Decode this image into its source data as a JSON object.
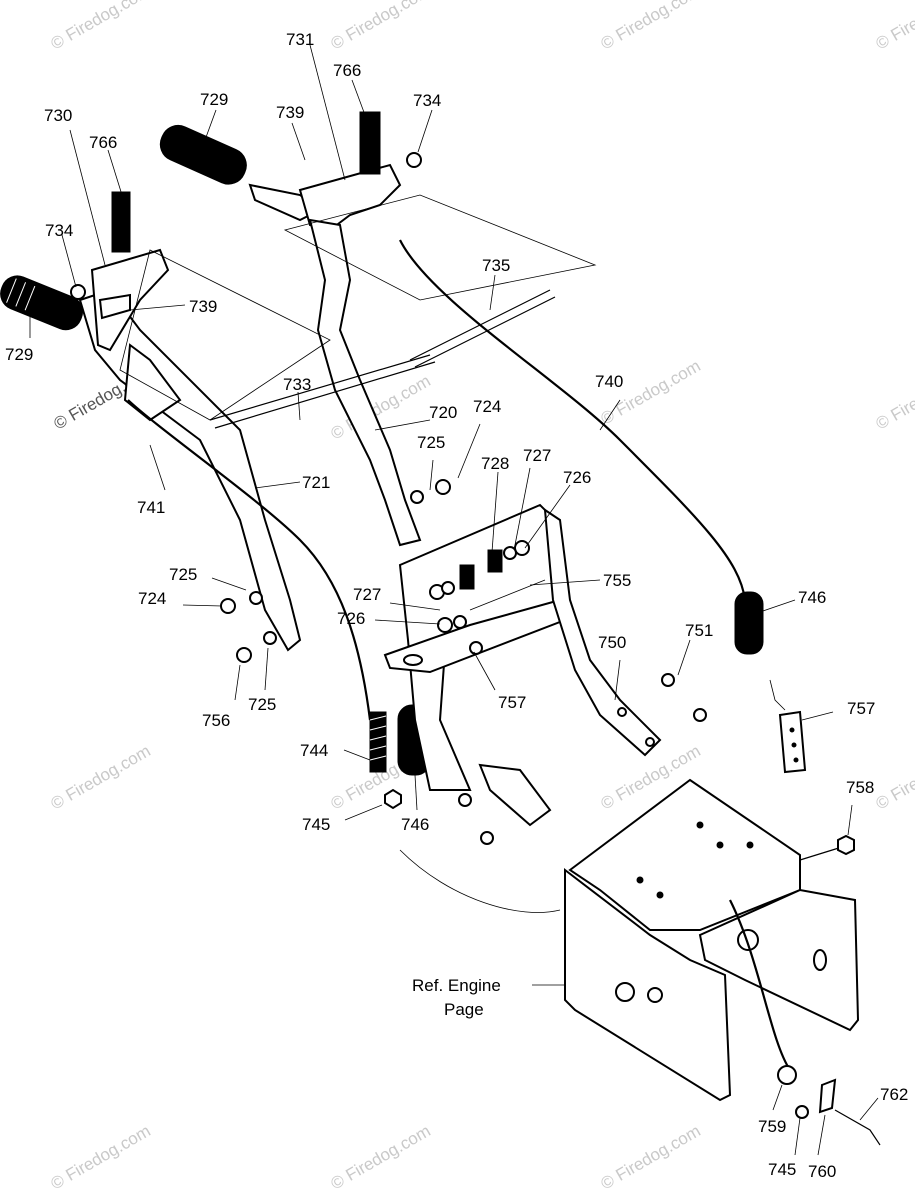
{
  "watermark": "© Firedog.com",
  "labels": {
    "p730": "730",
    "p766a": "766",
    "p734a": "734",
    "p729a": "729",
    "p739a": "739",
    "p729b": "729",
    "p739b": "739",
    "p731": "731",
    "p766b": "766",
    "p734b": "734",
    "p735": "735",
    "p733": "733",
    "p720": "720",
    "p724a": "724",
    "p741": "741",
    "p721": "721",
    "p725a": "725",
    "p728": "728",
    "p727a": "727",
    "p726a": "726",
    "p740": "740",
    "p725b": "725",
    "p724b": "724",
    "p727b": "727",
    "p726b": "726",
    "p755": "755",
    "p746a": "746",
    "p725c": "725",
    "p756": "756",
    "p757a": "757",
    "p750": "750",
    "p751": "751",
    "p757b": "757",
    "p744": "744",
    "p745a": "745",
    "p746b": "746",
    "p758": "758",
    "ref_line1": "Ref. Engine",
    "ref_line2": "Page",
    "p759": "759",
    "p762": "762",
    "p745b": "745",
    "p760": "760"
  }
}
